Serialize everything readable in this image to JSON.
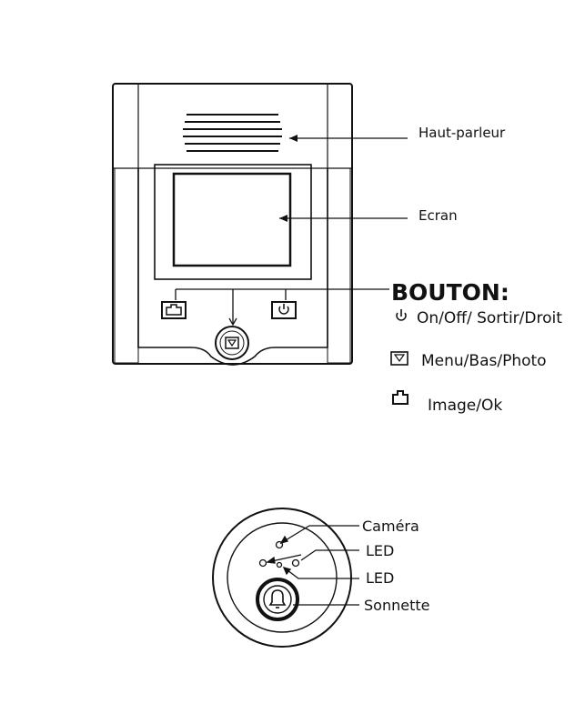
{
  "monitor": {
    "labels": {
      "speaker": "Haut-parleur",
      "screen": "Ecran"
    },
    "buttons_heading": "BOUTON:",
    "legend": [
      {
        "icon": "power-icon",
        "text": "On/Off/ Sortir/Droit"
      },
      {
        "icon": "menu-down-icon",
        "text": "Menu/Bas/Photo"
      },
      {
        "icon": "home-icon",
        "text": "Image/Ok"
      }
    ]
  },
  "door_unit": {
    "labels": {
      "camera": "Caméra",
      "led_top": "LED",
      "led_bottom": "LED",
      "bell": "Sonnette"
    }
  },
  "colors": {
    "line": "#111111",
    "background": "#ffffff"
  }
}
